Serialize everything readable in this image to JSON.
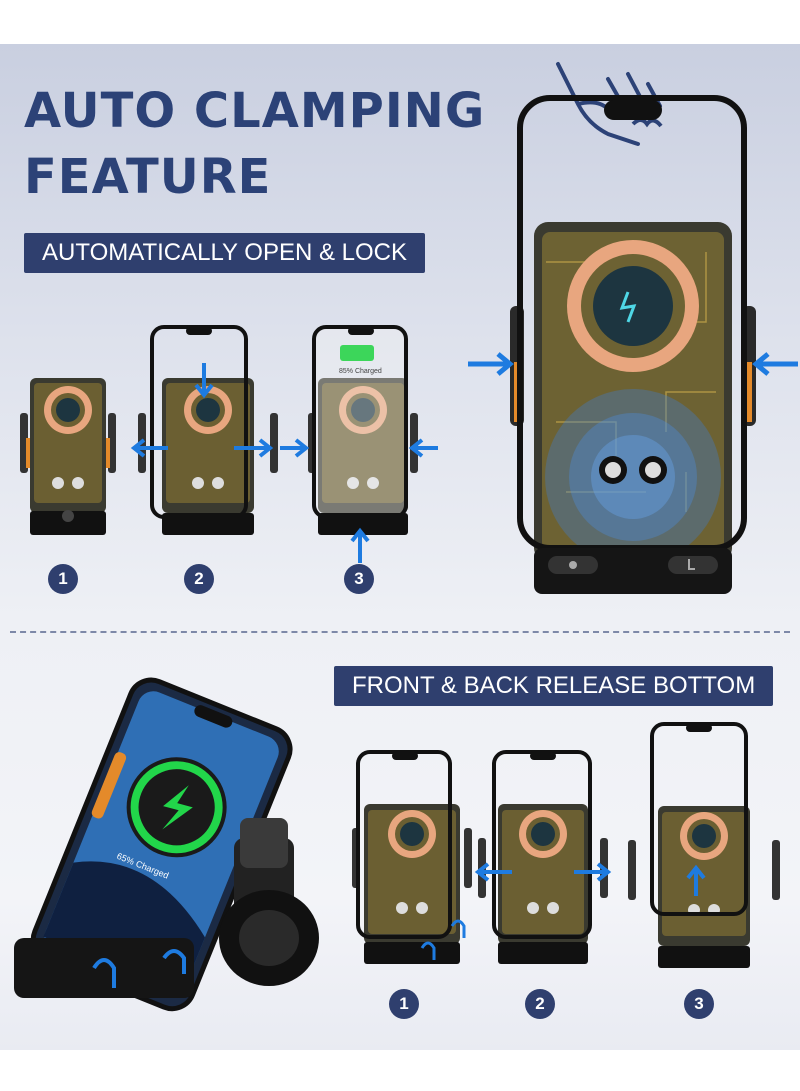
{
  "header": {
    "title_line1": "AUTO CLAMPING",
    "title_line2": "FEATURE"
  },
  "section_top": {
    "banner": "AUTOMATICALLY OPEN & LOCK",
    "steps": [
      "1",
      "2",
      "3"
    ],
    "charge_status": "85% Charged"
  },
  "section_bottom": {
    "banner": "FRONT & BACK RELEASE BOTTOM",
    "steps": [
      "1",
      "2",
      "3"
    ],
    "charge_status": "65% Charged"
  },
  "colors": {
    "title": "#2c4277",
    "banner_bg": "#2f3f6e",
    "arrow": "#1e7be0",
    "coil": "#e8a67f",
    "charge_green": "#22d64a"
  },
  "icons": [
    "hand-press-icon",
    "arrow-icon",
    "wireless-charging-icon",
    "light-icon",
    "touch-icon"
  ]
}
